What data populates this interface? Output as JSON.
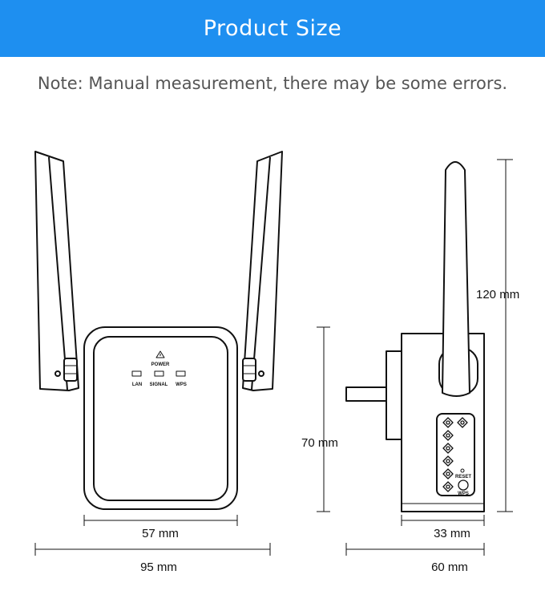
{
  "header": {
    "title": "Product Size",
    "color": "#1e8ff0"
  },
  "note": "Note: Manual measurement, there may be some errors.",
  "front_view": {
    "power_label": "POWER",
    "led_labels": [
      "LAN",
      "SIGNAL",
      "WPS"
    ],
    "body_width": "57 mm",
    "total_width": "95 mm"
  },
  "side_view": {
    "reset_label": "RESET",
    "wps_label": "WPS",
    "body_height": "70 mm",
    "total_height": "120 mm",
    "body_depth": "33 mm",
    "total_depth": "60 mm"
  }
}
